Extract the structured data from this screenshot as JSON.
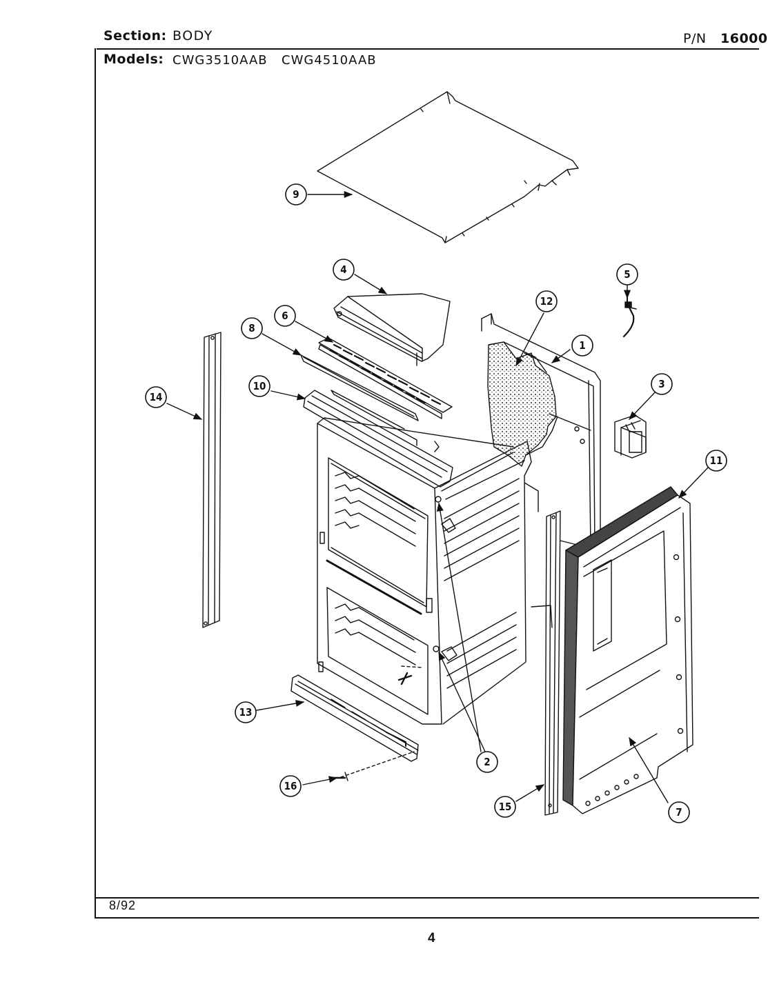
{
  "header": {
    "section_label": "Section:",
    "section_value": "BODY",
    "pn_label": "P/N",
    "pn_value": "16000",
    "models_label": "Models:",
    "models": [
      "CWG3510AAB",
      "CWG4510AAB"
    ]
  },
  "footer": {
    "date": "8/92",
    "page_number": "4"
  },
  "callouts": [
    "1",
    "2",
    "3",
    "4",
    "5",
    "6",
    "7",
    "8",
    "9",
    "10",
    "11",
    "12",
    "13",
    "14",
    "15",
    "16"
  ]
}
